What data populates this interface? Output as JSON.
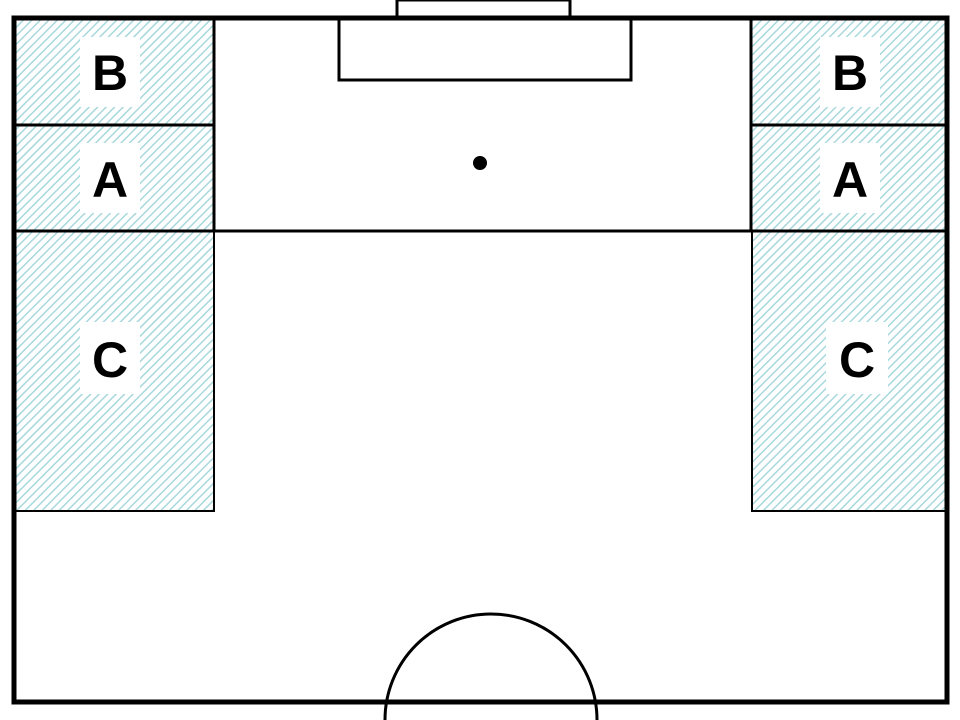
{
  "pitch": {
    "line_color": "#000000",
    "background": "#ffffff",
    "zone_fill": "#a8d8dc",
    "zones": {
      "left": [
        {
          "id": "left-b",
          "label": "B"
        },
        {
          "id": "left-a",
          "label": "A"
        },
        {
          "id": "left-c",
          "label": "C"
        }
      ],
      "right": [
        {
          "id": "right-b",
          "label": "B"
        },
        {
          "id": "right-a",
          "label": "A"
        },
        {
          "id": "right-c",
          "label": "C"
        }
      ]
    }
  }
}
